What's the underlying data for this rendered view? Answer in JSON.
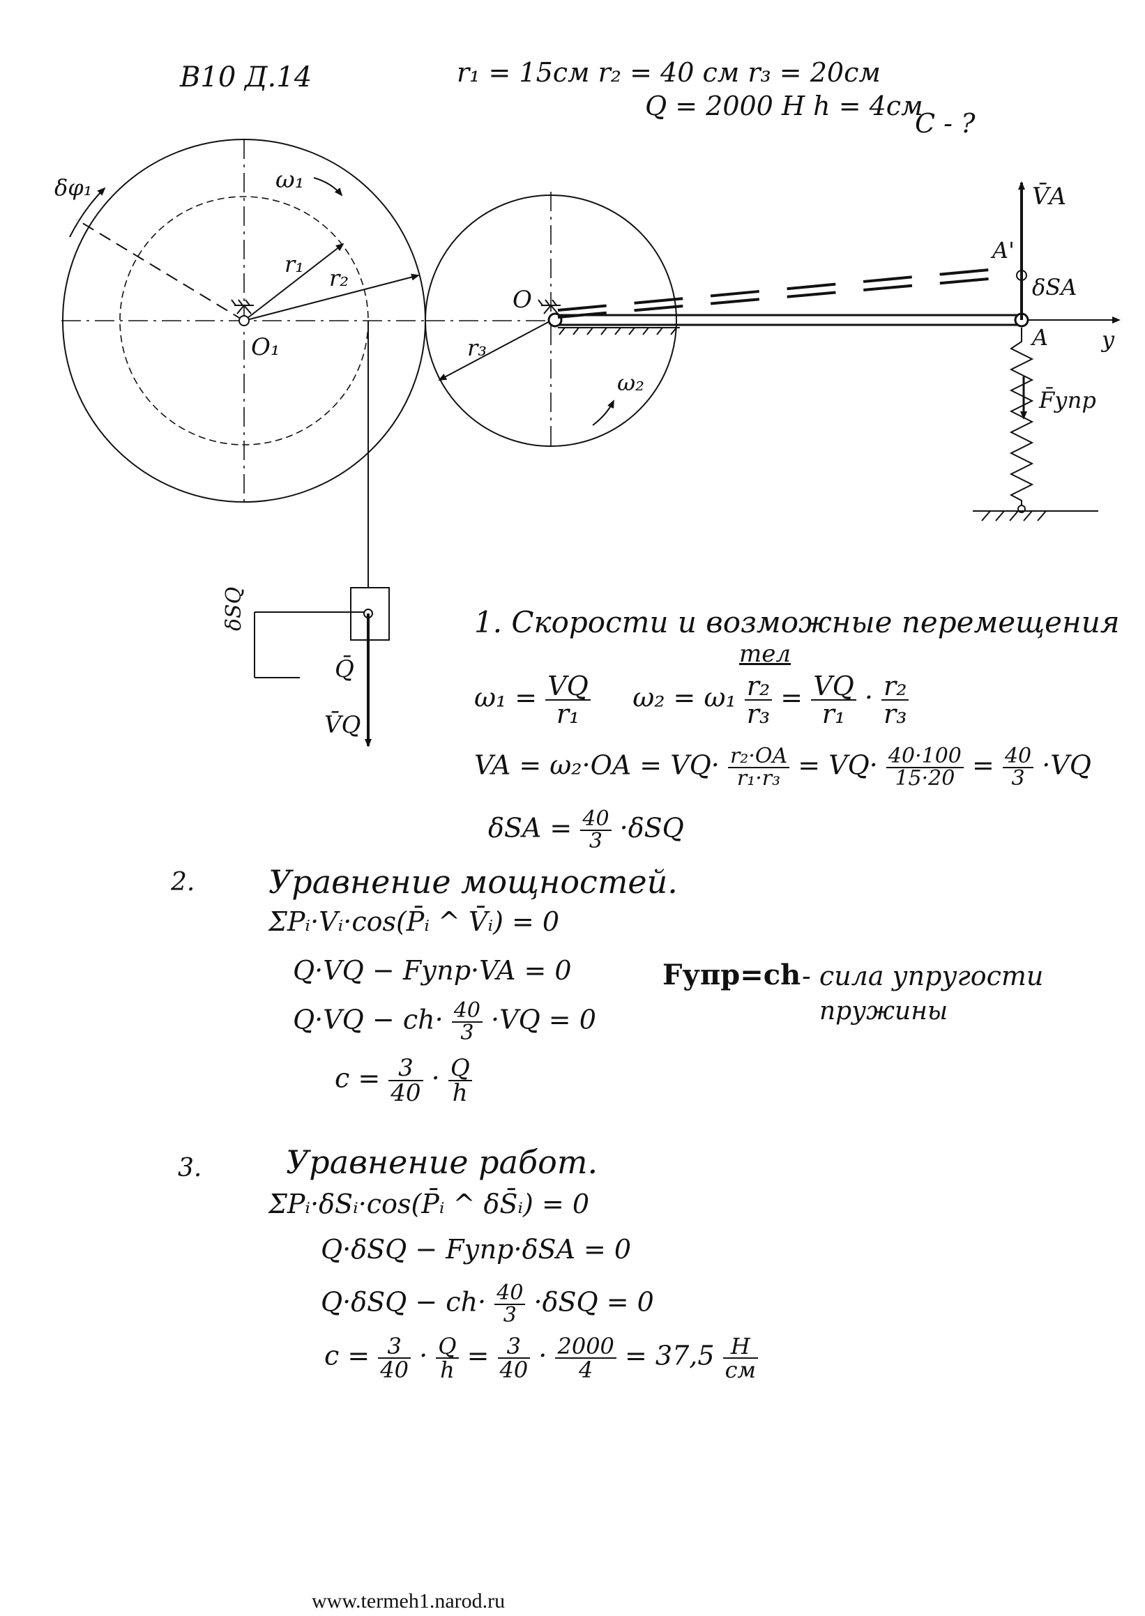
{
  "header": {
    "variant": "В10 Д.14",
    "params_line1": "r₁ = 15см   r₂ = 40 см   r₃ = 20см",
    "params_line2": "Q = 2000 Н    h = 4см",
    "unknown": "C - ?"
  },
  "diagram": {
    "labels": {
      "dphi1": "δφ₁",
      "omega1": "ω₁",
      "omega2": "ω₂",
      "r1": "r₁",
      "r2": "r₂",
      "r3": "r₃",
      "O1": "O₁",
      "O": "O",
      "A_top": "A'",
      "A": "A",
      "VA": "V̄A",
      "dSA": "δSA",
      "y": "y",
      "Fupr": "F̄упр",
      "dSQ": "δSQ",
      "Q": "Q̄",
      "VQ": "V̄Q"
    }
  },
  "section1": {
    "heading": "1. Скорости и возможные перемещения",
    "heading_cont": "тел",
    "eq1a_lhs": "ω₁ =",
    "eq1a_num": "VQ",
    "eq1a_den": "r₁",
    "eq1b": "ω₂ = ω₁",
    "eq1b_num": "r₂",
    "eq1b_den": "r₃",
    "eq1c_num1": "VQ",
    "eq1c_den1": "r₁",
    "eq1c_num2": "r₂",
    "eq1c_den2": "r₃",
    "eq2_lhs": "VA = ω₂·OA = VQ·",
    "eq2_f1_num": "r₂·OA",
    "eq2_f1_den": "r₁·r₃",
    "eq2_mid": "= VQ·",
    "eq2_f2_num": "40·100",
    "eq2_f2_den": "15·20",
    "eq2_eq": "=",
    "eq2_f3_num": "40",
    "eq2_f3_den": "3",
    "eq2_tail": "·VQ",
    "eq3_lhs": "δSA =",
    "eq3_num": "40",
    "eq3_den": "3",
    "eq3_tail": "·δSQ"
  },
  "section2": {
    "number": "2.",
    "heading": "Уравнение мощностей.",
    "eq1": "ΣPᵢ·Vᵢ·cos(P̄ᵢ ^ V̄ᵢ) = 0",
    "eq2": "Q·VQ − Fупр·VA = 0",
    "eq3_lhs": "Q·VQ − ch·",
    "eq3_num": "40",
    "eq3_den": "3",
    "eq3_tail": "·VQ = 0",
    "eq4_lhs": "c =",
    "eq4_f1_num": "3",
    "eq4_f1_den": "40",
    "eq4_f2_num": "Q",
    "eq4_f2_den": "h",
    "note_formula": "Fупр=ch",
    "note_text": "- сила упругости",
    "note_text2": "пружины"
  },
  "section3": {
    "number": "3.",
    "heading": "Уравнение работ.",
    "eq1": "ΣPᵢ·δSᵢ·cos(P̄ᵢ ^ δS̄ᵢ) = 0",
    "eq2": "Q·δSQ − Fупр·δSA = 0",
    "eq3_lhs": "Q·δSQ − ch·",
    "eq3_num": "40",
    "eq3_den": "3",
    "eq3_tail": "·δSQ = 0",
    "eq4_lhs": "c =",
    "eq4_f1_num": "3",
    "eq4_f1_den": "40",
    "eq4_f2_num": "Q",
    "eq4_f2_den": "h",
    "eq4_f3_num": "3",
    "eq4_f3_den": "40",
    "eq4_f4_num": "2000",
    "eq4_f4_den": "4",
    "eq4_result": "= 37,5",
    "eq4_unit_num": "Н",
    "eq4_unit_den": "см"
  },
  "footer": {
    "url": "www.termeh1.narod.ru"
  }
}
